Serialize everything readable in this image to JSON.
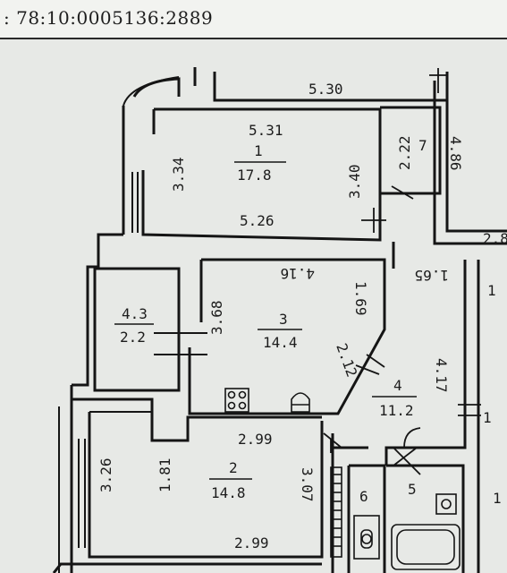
{
  "header": {
    "cadastral_number": ": 78:10:0005136:2889"
  },
  "rooms": [
    {
      "number": "1",
      "area": "17.8"
    },
    {
      "number": "2",
      "area": "14.8"
    },
    {
      "number": "3",
      "area": "14.4"
    },
    {
      "number": "4",
      "area": "11.2"
    },
    {
      "number": "5",
      "area": ""
    },
    {
      "number": "6",
      "area": ""
    },
    {
      "number": "7",
      "area": "2.22"
    }
  ],
  "small_room": {
    "area": "2.2",
    "dim": "4.3"
  },
  "dimensions": {
    "top_outer": "5.30",
    "room1_top": "5.31",
    "room1_bottom": "5.26",
    "room1_left": "3.34",
    "room1_right": "3.40",
    "right_outer": "4.86",
    "right_edge": "2.8",
    "room3_top": "4.16",
    "room3_left": "3.68",
    "room3_right": "1.69",
    "room3_diag": "2.12",
    "corridor": "1.65",
    "room4_side": "4.17",
    "room2_top": "2.99",
    "room2_bottom": "2.99",
    "room2_left_outer": "3.26",
    "room2_left_inner": "1.81",
    "room2_right": "3.07",
    "edge_mark_1": "1",
    "edge_mark_2": "1",
    "edge_mark_3": "1"
  }
}
